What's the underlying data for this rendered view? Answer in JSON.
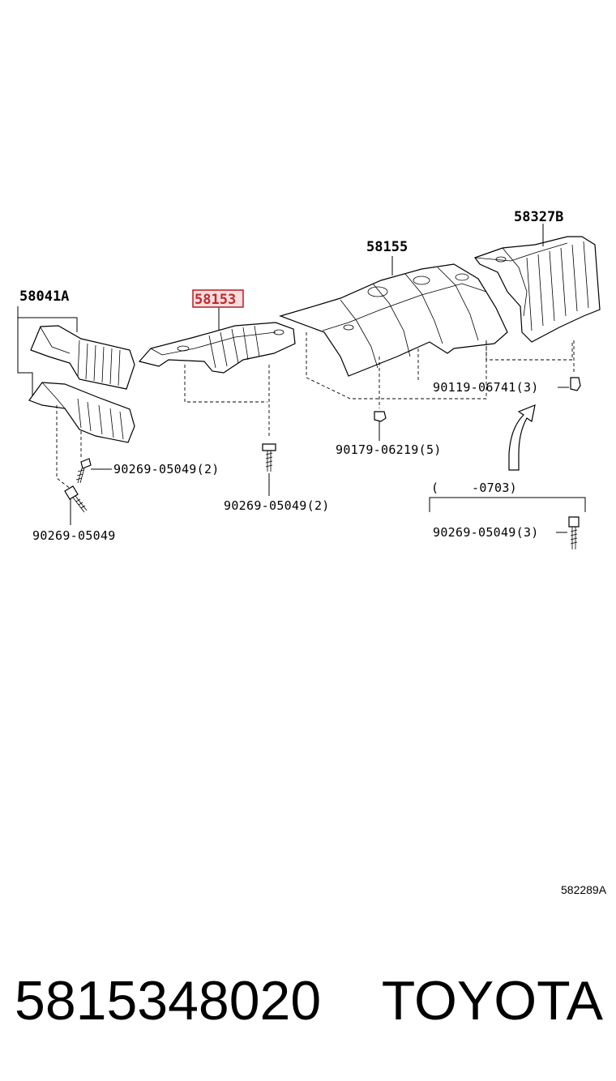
{
  "diagram": {
    "labels": {
      "part_58041a": "58041A",
      "part_58153": "58153",
      "part_58155": "58155",
      "part_58327b": "58327B",
      "bolt_left_upper": "90269-05049(2)",
      "bolt_left_lower": "90269-05049",
      "bolt_center": "90269-05049(2)",
      "nut_center": "90179-06219(5)",
      "bolt_right_upper": "90119-06741(3)",
      "date_range_open": "(",
      "date_range_close": "-0703)",
      "bolt_right_lower": "90269-05049(3)"
    },
    "figure_code": "582289A",
    "highlight_color": "#c0282d"
  },
  "footer": {
    "part_number": "5815348020",
    "brand": "TOYOTA"
  }
}
